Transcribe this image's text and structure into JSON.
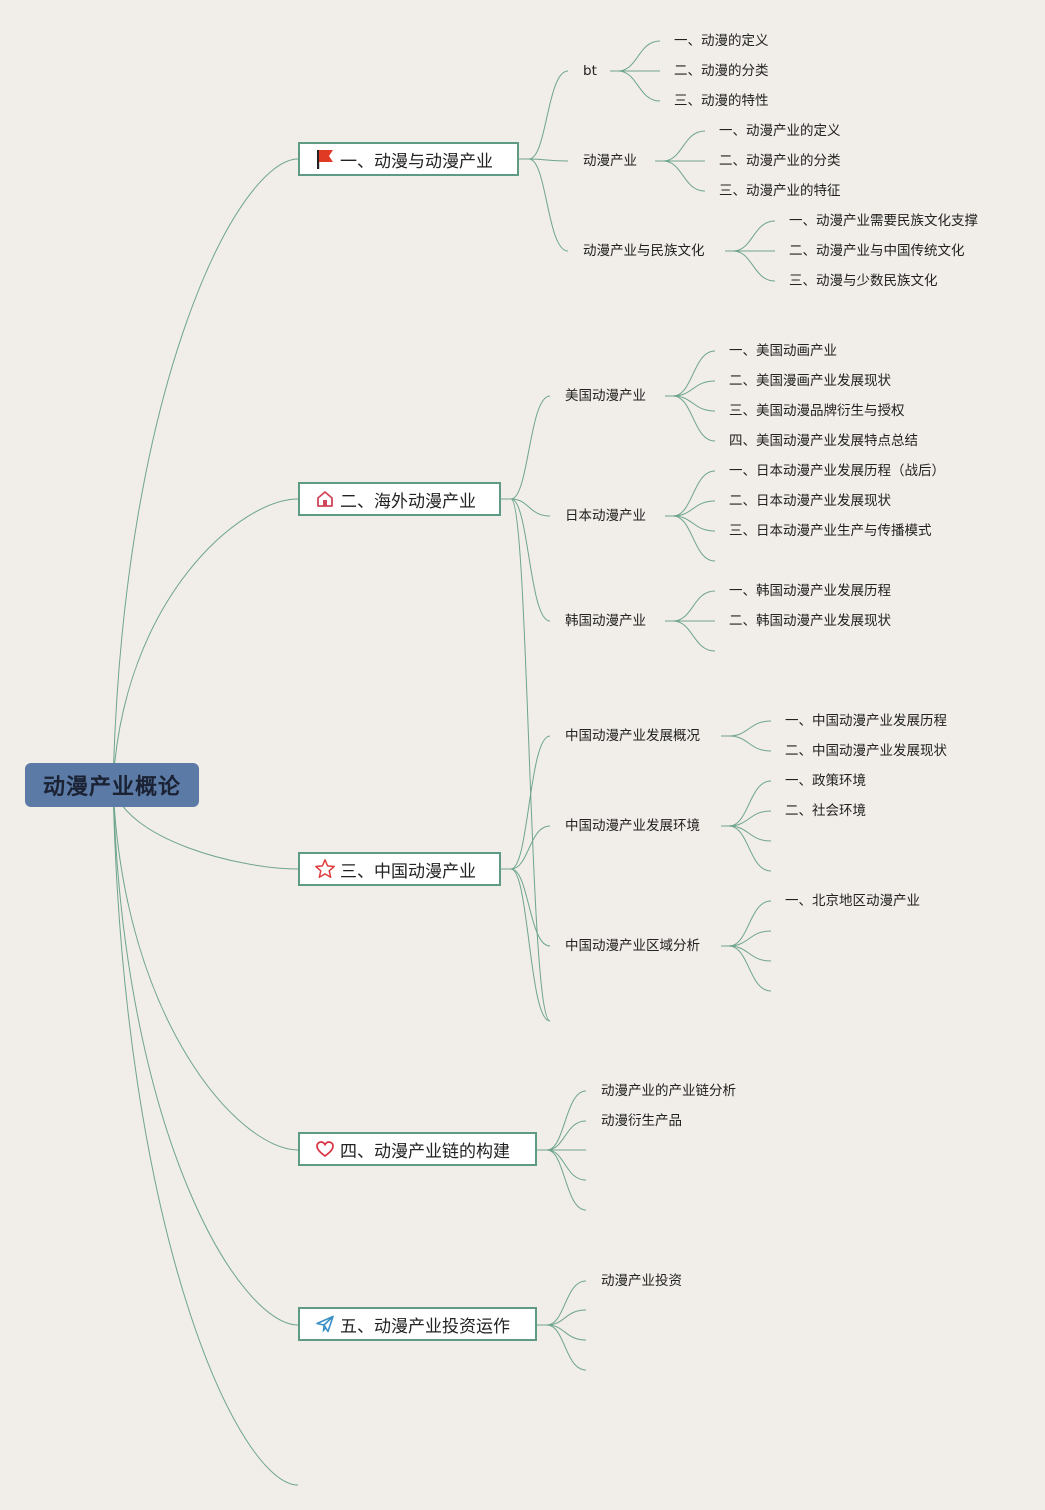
{
  "root": {
    "label": "动漫产业概论"
  },
  "branches": [
    {
      "label": "一、动漫与动漫产业",
      "icon": "red-flag-icon",
      "children": [
        {
          "label": "bt",
          "leaves": [
            "一、动漫的定义",
            "二、动漫的分类",
            "三、动漫的特性"
          ]
        },
        {
          "label": "动漫产业",
          "leaves": [
            "一、动漫产业的定义",
            "二、动漫产业的分类",
            "三、动漫产业的特征"
          ]
        },
        {
          "label": "动漫产业与民族文化",
          "leaves": [
            "一、动漫产业需要民族文化支撑",
            "二、动漫产业与中国传统文化",
            "三、动漫与少数民族文化"
          ]
        }
      ]
    },
    {
      "label": "二、海外动漫产业",
      "icon": "home-icon",
      "children": [
        {
          "label": "美国动漫产业",
          "leaves": [
            "一、美国动画产业",
            "二、美国漫画产业发展现状",
            "三、美国动漫品牌衍生与授权",
            "四、美国动漫产业发展特点总结"
          ]
        },
        {
          "label": "日本动漫产业",
          "leaves": [
            "一、日本动漫产业发展历程（战后）",
            "二、日本动漫产业发展现状",
            "三、日本动漫产业生产与传播模式"
          ]
        },
        {
          "label": "韩国动漫产业",
          "leaves": [
            "一、韩国动漫产业发展历程",
            "二、韩国动漫产业发展现状"
          ]
        }
      ]
    },
    {
      "label": "三、中国动漫产业",
      "icon": "star-icon",
      "children": [
        {
          "label": "中国动漫产业发展概况",
          "leaves": [
            "一、中国动漫产业发展历程",
            "二、中国动漫产业发展现状"
          ]
        },
        {
          "label": "中国动漫产业发展环境",
          "leaves": [
            "一、政策环境",
            "二、社会环境"
          ]
        },
        {
          "label": "中国动漫产业区域分析",
          "leaves": [
            "一、北京地区动漫产业"
          ]
        }
      ]
    },
    {
      "label": "四、动漫产业链的构建",
      "icon": "heart-icon",
      "children": [
        {
          "label": "动漫产业的产业链分析"
        },
        {
          "label": "动漫衍生产品"
        }
      ]
    },
    {
      "label": "五、动漫产业投资运作",
      "icon": "paper-plane-icon",
      "children": [
        {
          "label": "动漫产业投资"
        }
      ]
    }
  ],
  "colors": {
    "background": "#f1ede8",
    "root_fill": "#5b7aa6",
    "branch_border": "#5f9a84",
    "link": "#6ea58d"
  }
}
